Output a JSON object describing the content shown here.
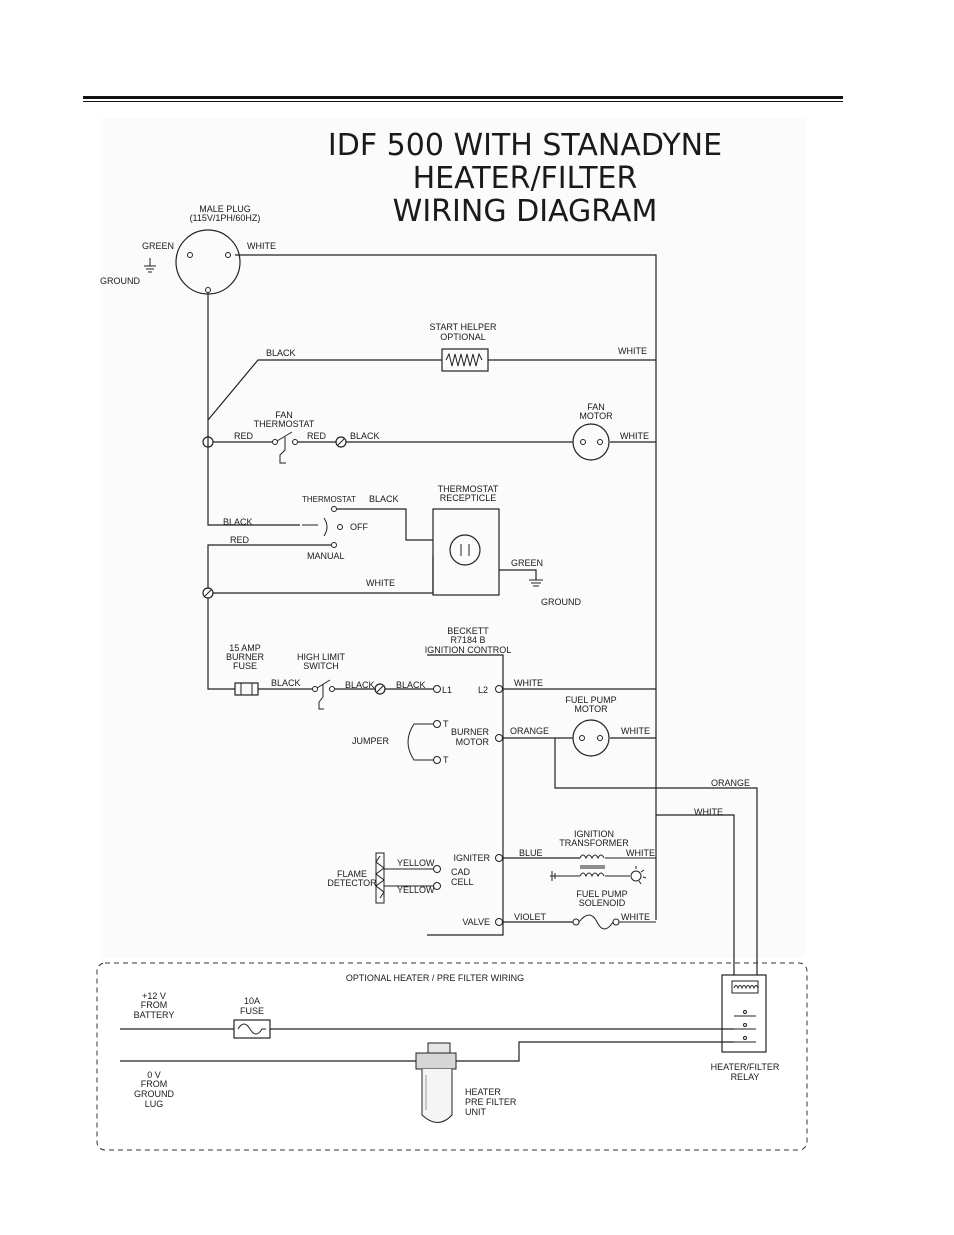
{
  "title": {
    "line1": "IDF 500 WITH STANADYNE",
    "line2": "HEATER/FILTER",
    "line3": "WIRING DIAGRAM"
  },
  "plug": {
    "label1": "MALE PLUG",
    "label2": "(115V/1PH/60HZ)",
    "green": "GREEN",
    "white": "WHITE",
    "ground": "GROUND"
  },
  "start_helper": {
    "label1": "START HELPER",
    "label2": "OPTIONAL",
    "black": "BLACK",
    "white": "WHITE"
  },
  "fan": {
    "thermostat1": "FAN",
    "thermostat2": "THERMOSTAT",
    "red1": "RED",
    "red2": "RED",
    "black": "BLACK",
    "motor1": "FAN",
    "motor2": "MOTOR",
    "white": "WHITE"
  },
  "thermostat_switch": {
    "thermostat": "THERMOSTAT",
    "black_top": "BLACK",
    "black_left": "BLACK",
    "off": "OFF",
    "red": "RED",
    "manual": "MANUAL",
    "white": "WHITE"
  },
  "receptacle": {
    "label1": "THERMOSTAT",
    "label2": "RECEPTICLE",
    "green": "GREEN",
    "ground": "GROUND"
  },
  "ignition_control": {
    "label1": "BECKETT",
    "label2": "R7184 B",
    "label3": "IGNITION CONTROL"
  },
  "burner_fuse": {
    "label1": "15 AMP",
    "label2": "BURNER",
    "label3": "FUSE",
    "black": "BLACK"
  },
  "high_limit": {
    "label1": "HIGH LIMIT",
    "label2": "SWITCH",
    "black1": "BLACK",
    "black2": "BLACK"
  },
  "terminals": {
    "l1": "L1",
    "l2": "L2",
    "white_l2": "WHITE",
    "t1": "T",
    "t2": "T",
    "jumper": "JUMPER",
    "burner1": "BURNER",
    "burner2": "MOTOR",
    "orange": "ORANGE",
    "igniter": "IGNITER",
    "cad": "CAD",
    "cell": "CELL",
    "valve": "VALVE"
  },
  "fuel_pump_motor": {
    "label1": "FUEL PUMP",
    "label2": "MOTOR",
    "white": "WHITE"
  },
  "relay_wires": {
    "orange": "ORANGE",
    "white": "WHITE"
  },
  "ignition_transformer": {
    "label1": "IGNITION",
    "label2": "TRANSFORMER",
    "blue": "BLUE",
    "white": "WHITE"
  },
  "flame_detector": {
    "label1": "FLAME",
    "label2": "DETECTOR",
    "yellow1": "YELLOW",
    "yellow2": "YELLOW"
  },
  "fuel_pump_solenoid": {
    "label1": "FUEL PUMP",
    "label2": "SOLENOID",
    "violet": "VIOLET",
    "white": "WHITE"
  },
  "optional": {
    "title": "OPTIONAL HEATER / PRE FILTER WIRING",
    "battery1": "+12 V",
    "battery2": "FROM",
    "battery3": "BATTERY",
    "fuse1": "10A",
    "fuse2": "FUSE",
    "ground1": "0 V",
    "ground2": "FROM",
    "ground3": "GROUND",
    "ground4": "LUG",
    "heater1": "HEATER",
    "heater2": "PRE FILTER",
    "heater3": "UNIT",
    "relay1": "HEATER/FILTER",
    "relay2": "RELAY"
  }
}
